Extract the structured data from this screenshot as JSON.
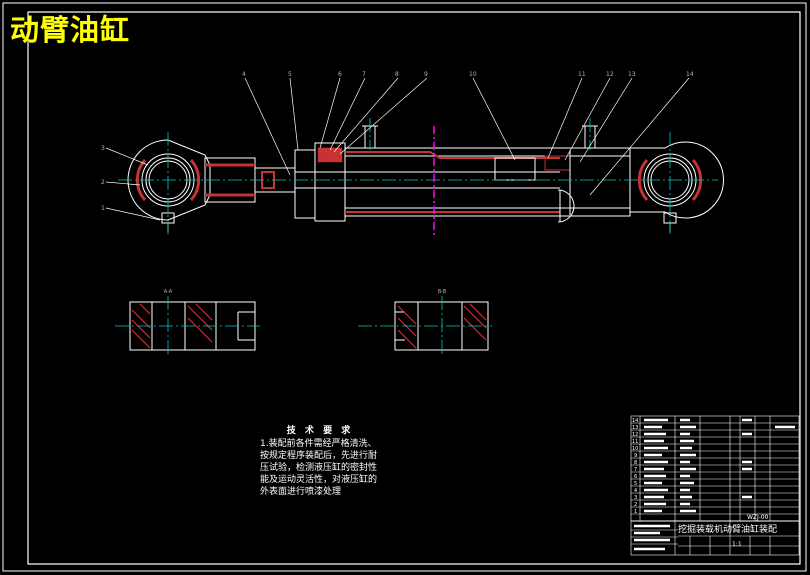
{
  "title": "动臂油缸",
  "technical_requirements": {
    "heading": "技 术 要 求",
    "text": "1.装配前各件需经严格清洗、按规定程序装配后，先进行耐压试验，检测液压缸的密封性能及运动灵活性，对液压缸的外表面进行喷漆处理"
  },
  "balloons": [
    "4",
    "5",
    "6",
    "7",
    "8",
    "9",
    "10",
    "11",
    "12",
    "13",
    "14",
    "3",
    "2",
    "1"
  ],
  "section_labels": [
    "A-A",
    "B-B"
  ],
  "title_block": {
    "item_numbers": [
      "14",
      "13",
      "12",
      "11",
      "10",
      "9",
      "8",
      "7",
      "6",
      "5",
      "4",
      "3",
      "2",
      "1"
    ],
    "assembly_name": "挖掘装载机动臂油缸装配",
    "sheet_label": "1:1",
    "drawing_code": "WZJ-00"
  },
  "colors": {
    "background": "#000000",
    "outline": "#ffffff",
    "center_line": "#00c8c8",
    "cut_line": "#ff00ff",
    "hatch": "#c83232",
    "title": "#ffff00",
    "label": "#b4b4b4"
  }
}
